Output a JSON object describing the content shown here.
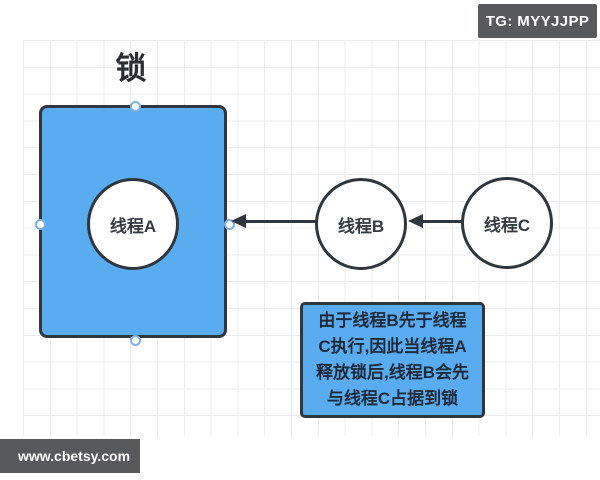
{
  "header": {
    "tg_badge": "TG: MYYJJPP"
  },
  "footer": {
    "watermark": "www.cbetsy.com"
  },
  "diagram": {
    "title": "锁",
    "nodes": {
      "a": "线程A",
      "b": "线程B",
      "c": "线程C"
    },
    "note": {
      "line1": "由于线程B先于线程",
      "line2": "C执行,因此当线程A",
      "line3": "释放锁后,线程B会先",
      "line4": "与线程C占据到锁"
    },
    "colors": {
      "shape_fill": "#5aacf0",
      "stroke": "#2f363d",
      "note_text": "#1c2a3a",
      "badge_bg": "#58595a",
      "handle_border": "#7fb0e6"
    }
  }
}
